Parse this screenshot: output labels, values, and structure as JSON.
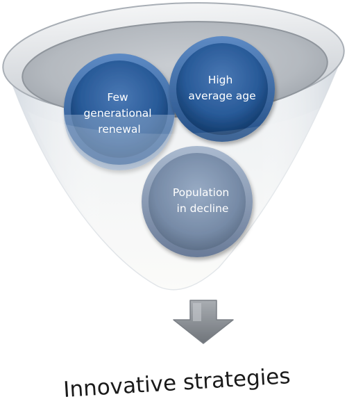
{
  "funnel": {
    "circles": [
      {
        "id": "generational-renewal",
        "lines": [
          "Few",
          "generational",
          "renewal"
        ]
      },
      {
        "id": "average-age",
        "lines": [
          "High",
          "average age"
        ]
      },
      {
        "id": "population-decline",
        "lines": [
          "Population",
          "in decline"
        ]
      }
    ]
  },
  "outcome": {
    "label": "Innovative strategies"
  },
  "colors": {
    "circle_dark_blue": "#1c4f8f",
    "circle_light_blue": "#6e8fb8",
    "circle_gray_blue": "#5f7594",
    "funnel_rim": "#9aa0a6",
    "arrow": "#8f9399"
  }
}
